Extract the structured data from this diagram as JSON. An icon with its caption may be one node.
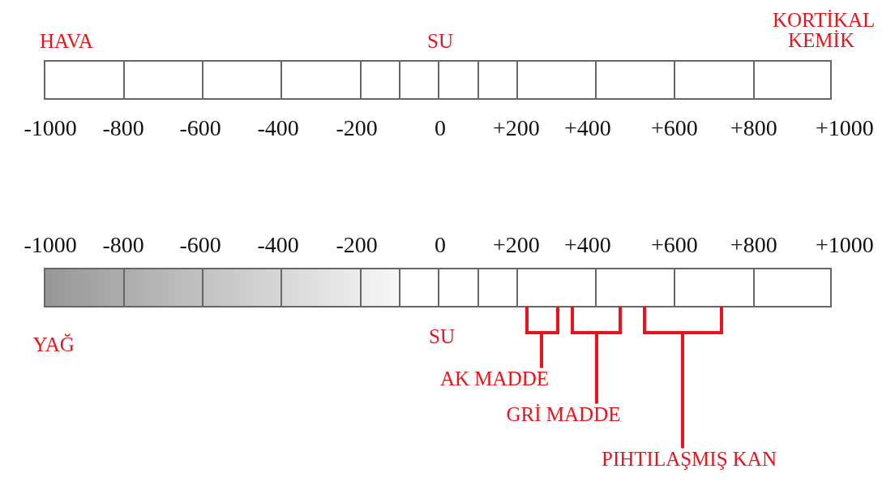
{
  "diagram": {
    "nodes": [
      {
        "text": [],
        "shape": "bar"
      },
      {
        "text": [
          "AK MADDE"
        ]
      },
      {
        "text": [
          "GRİ MADDE"
        ]
      },
      {
        "text": [
          "PIHTILAŞMIŞ KAN"
        ]
      }
    ],
    "edges": [
      {
        "from": 1,
        "to": 0,
        "arrow": "none"
      },
      {
        "from": 2,
        "to": 0,
        "arrow": "none"
      },
      {
        "from": 3,
        "to": 0,
        "arrow": "none"
      }
    ],
    "labels": [
      "HAVA",
      "SU",
      "KORTİKAL KEMİK",
      "-1000",
      "-800",
      "-600",
      "-400",
      "-200",
      "0",
      "+200",
      "+400",
      "+600",
      "+800",
      "+1000",
      "-1000",
      "-800",
      "-600",
      "-400",
      "-200",
      "0",
      "+200",
      "+400",
      "+600",
      "+800",
      "+1000",
      "YAĞ",
      "SU"
    ]
  }
}
